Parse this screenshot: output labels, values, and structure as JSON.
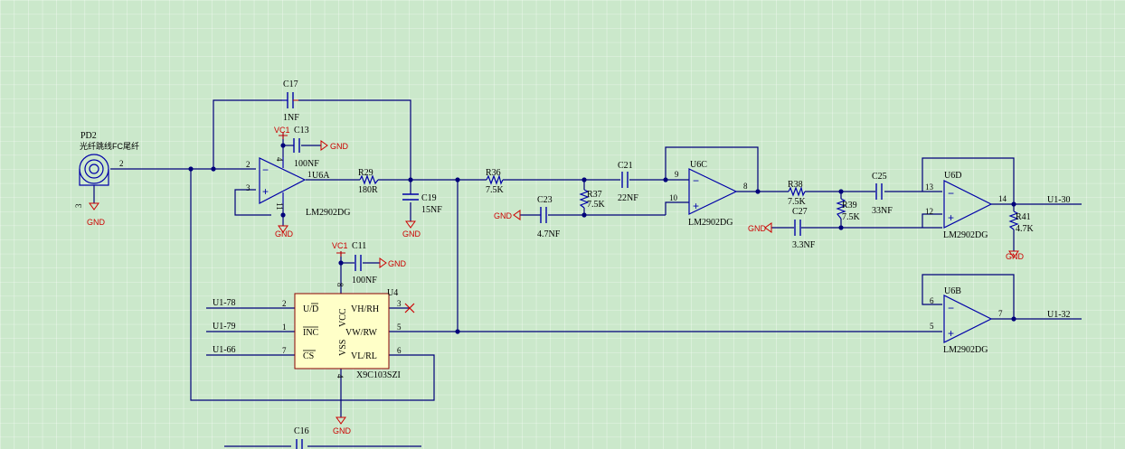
{
  "grid": {
    "background": "#cbe8cb",
    "line_color": "#ffffff"
  },
  "colors": {
    "wire": "#00007a",
    "component": "#0000a8",
    "power": "#cc0000",
    "ic_fill": "#ffffc8"
  },
  "connector": {
    "ref": "PD2",
    "desc": "光纤跳线FC尾纤",
    "pin2": "2",
    "pin3": "3"
  },
  "capacitors": {
    "c17": {
      "ref": "C17",
      "value": "1NF"
    },
    "c13": {
      "ref": "C13",
      "value": "100NF"
    },
    "c19": {
      "ref": "C19",
      "value": "15NF"
    },
    "c21": {
      "ref": "C21",
      "value": "22NF"
    },
    "c23": {
      "ref": "C23",
      "value": "4.7NF"
    },
    "c25": {
      "ref": "C25",
      "value": "33NF"
    },
    "c27": {
      "ref": "C27",
      "value": "3.3NF"
    },
    "c11": {
      "ref": "C11",
      "value": "100NF"
    },
    "c16": {
      "ref": "C16"
    }
  },
  "resistors": {
    "r29": {
      "ref": "R29",
      "value": "180R"
    },
    "r36": {
      "ref": "R36",
      "value": "7.5K"
    },
    "r37": {
      "ref": "R37",
      "value": "7.5K"
    },
    "r38": {
      "ref": "R38",
      "value": "7.5K"
    },
    "r39": {
      "ref": "R39",
      "value": "7.5K"
    },
    "r41": {
      "ref": "R41",
      "value": "4.7K"
    }
  },
  "opamps": {
    "u6a": {
      "ref": "U6A",
      "part": "LM2902DG",
      "pin_in_neg": "2",
      "pin_in_pos": "3",
      "pin_out": "1",
      "pin_vcc": "4",
      "pin_gnd": "11"
    },
    "u6c": {
      "ref": "U6C",
      "part": "LM2902DG",
      "pin_in_neg": "9",
      "pin_in_pos": "10",
      "pin_out": "8"
    },
    "u6d": {
      "ref": "U6D",
      "part": "LM2902DG",
      "pin_in_neg": "13",
      "pin_in_pos": "12",
      "pin_out": "14"
    },
    "u6b": {
      "ref": "U6B",
      "part": "LM2902DG",
      "pin_in_neg": "6",
      "pin_in_pos": "5",
      "pin_out": "7"
    }
  },
  "pot_ic": {
    "ref": "U4",
    "part": "X9C103SZI",
    "pins": {
      "ud_label": "U/D",
      "ud_num": "2",
      "inc_label": "INC",
      "inc_num": "1",
      "cs_label": "CS",
      "cs_num": "7",
      "vcc_label": "VCC",
      "vcc_num": "8",
      "vss_label": "VSS",
      "vss_num": "4",
      "vh_label": "VH/RH",
      "vh_num": "3",
      "vw_label": "VW/RW",
      "vw_num": "5",
      "vl_label": "VL/RL",
      "vl_num": "6"
    }
  },
  "power": {
    "vcc": "VC1",
    "gnd": "GND"
  },
  "net_labels": {
    "u1_78": "U1-78",
    "u1_79": "U1-79",
    "u1_66": "U1-66",
    "u1_30": "U1-30",
    "u1_32": "U1-32"
  }
}
